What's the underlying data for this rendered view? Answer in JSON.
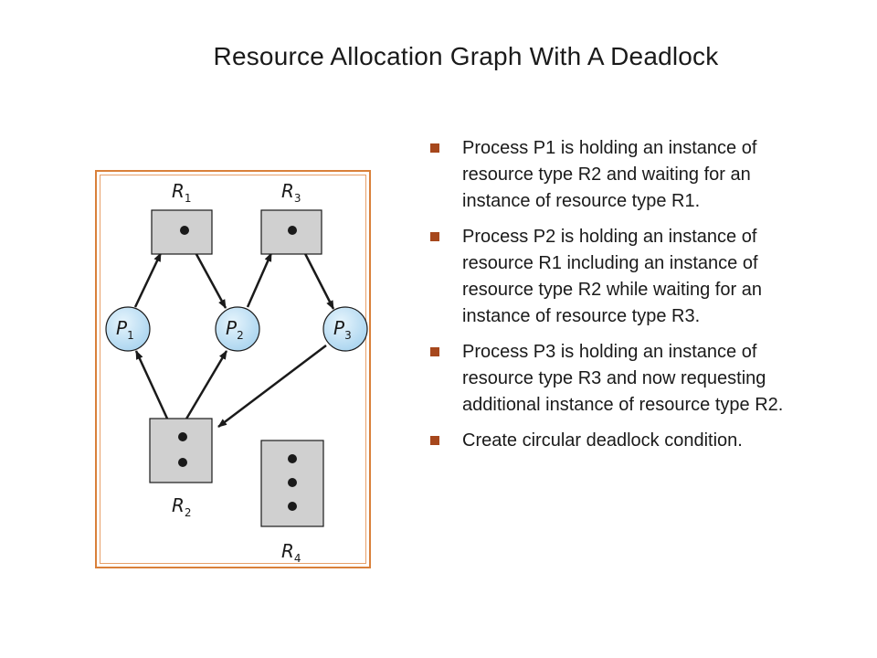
{
  "title": "Resource Allocation Graph With A Deadlock",
  "colors": {
    "frame": "#d9803a",
    "bullet": "#a6471c",
    "resource_fill": "#d0d0d0",
    "process_fill": "#bfe0f5"
  },
  "diagram": {
    "processes": [
      {
        "id": "P1",
        "letter": "P",
        "sub": "1"
      },
      {
        "id": "P2",
        "letter": "P",
        "sub": "2"
      },
      {
        "id": "P3",
        "letter": "P",
        "sub": "3"
      }
    ],
    "resources": [
      {
        "id": "R1",
        "letter": "R",
        "sub": "1",
        "instances": 1
      },
      {
        "id": "R2",
        "letter": "R",
        "sub": "2",
        "instances": 2
      },
      {
        "id": "R3",
        "letter": "R",
        "sub": "3",
        "instances": 1
      },
      {
        "id": "R4",
        "letter": "R",
        "sub": "4",
        "instances": 3
      }
    ],
    "edges": [
      {
        "from": "P1",
        "to": "R1",
        "kind": "request"
      },
      {
        "from": "R1",
        "to": "P2",
        "kind": "assignment"
      },
      {
        "from": "P2",
        "to": "R3",
        "kind": "request"
      },
      {
        "from": "R3",
        "to": "P3",
        "kind": "assignment"
      },
      {
        "from": "R2",
        "to": "P1",
        "kind": "assignment"
      },
      {
        "from": "R2",
        "to": "P2",
        "kind": "assignment"
      },
      {
        "from": "P3",
        "to": "R2",
        "kind": "request"
      }
    ]
  },
  "bullets": [
    "Process P1 is holding an instance of resource type R2 and waiting for an instance of resource type R1.",
    "Process P2 is holding an instance of resource R1 including an instance of  resource type R2 while waiting for an instance of resource type R3.",
    "Process P3 is holding an instance of resource type R3 and now requesting additional instance of resource type R2.",
    "Create circular deadlock condition."
  ]
}
